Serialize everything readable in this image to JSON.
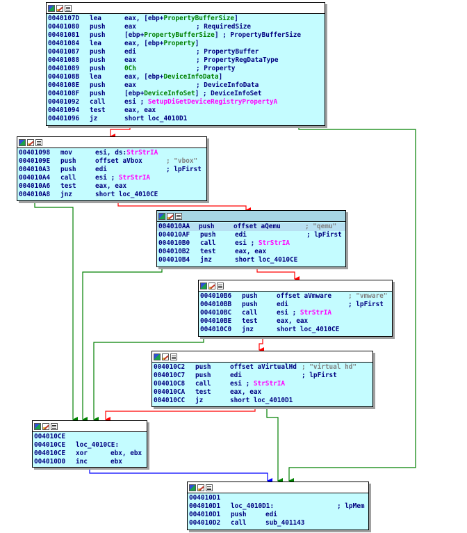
{
  "blocks": [
    {
      "id": "b1",
      "lines": [
        {
          "addr": "0040107D",
          "mn": "lea",
          "op": [
            {
              "t": "eax, [ebp+"
            },
            {
              "t": "PropertyBufferSize",
              "c": "nm"
            },
            {
              "t": "]"
            }
          ],
          "cm": ""
        },
        {
          "addr": "00401080",
          "mn": "push",
          "op": [
            {
              "t": "eax"
            }
          ],
          "cm": "; RequiredSize"
        },
        {
          "addr": "00401081",
          "mn": "push",
          "op": [
            {
              "t": "[ebp+"
            },
            {
              "t": "PropertyBufferSize",
              "c": "nm"
            },
            {
              "t": "] ; PropertyBufferSize"
            }
          ],
          "cm": ""
        },
        {
          "addr": "00401084",
          "mn": "lea",
          "op": [
            {
              "t": "eax, [ebp+"
            },
            {
              "t": "Property",
              "c": "nm"
            },
            {
              "t": "]"
            }
          ],
          "cm": ""
        },
        {
          "addr": "00401087",
          "mn": "push",
          "op": [
            {
              "t": "edi"
            }
          ],
          "cm": "; PropertyBuffer"
        },
        {
          "addr": "00401088",
          "mn": "push",
          "op": [
            {
              "t": "eax"
            }
          ],
          "cm": "; PropertyRegDataType"
        },
        {
          "addr": "00401089",
          "mn": "push",
          "op": [
            {
              "t": "0Ch",
              "c": "nm"
            }
          ],
          "cm": "; Property"
        },
        {
          "addr": "0040108B",
          "mn": "lea",
          "op": [
            {
              "t": "eax, [ebp+"
            },
            {
              "t": "DeviceInfoData",
              "c": "nm"
            },
            {
              "t": "]"
            }
          ],
          "cm": ""
        },
        {
          "addr": "0040108E",
          "mn": "push",
          "op": [
            {
              "t": "eax"
            }
          ],
          "cm": "; DeviceInfoData"
        },
        {
          "addr": "0040108F",
          "mn": "push",
          "op": [
            {
              "t": "[ebp+"
            },
            {
              "t": "DeviceInfoSet",
              "c": "nm"
            },
            {
              "t": "] ; DeviceInfoSet"
            }
          ],
          "cm": ""
        },
        {
          "addr": "00401092",
          "mn": "call",
          "op": [
            {
              "t": "esi ; "
            },
            {
              "t": "SetupDiGetDeviceRegistryPropertyA",
              "c": "fn"
            }
          ],
          "cm": ""
        },
        {
          "addr": "00401094",
          "mn": "test",
          "op": [
            {
              "t": "eax, eax"
            }
          ],
          "cm": ""
        },
        {
          "addr": "00401096",
          "mn": "jz",
          "op": [
            {
              "t": "short loc_4010D1"
            }
          ],
          "cm": ""
        }
      ]
    },
    {
      "id": "b2",
      "lines": [
        {
          "addr": "00401098",
          "mn": "mov",
          "op": [
            {
              "t": "esi, ds:"
            },
            {
              "t": "StrStrIA",
              "c": "fn"
            }
          ],
          "cm": ""
        },
        {
          "addr": "0040109E",
          "mn": "push",
          "op": [
            {
              "t": "offset aVbox"
            }
          ],
          "cm": "; \"vbox\"",
          "cmc": "gray"
        },
        {
          "addr": "004010A3",
          "mn": "push",
          "op": [
            {
              "t": "edi"
            }
          ],
          "cm": "; lpFirst"
        },
        {
          "addr": "004010A4",
          "mn": "call",
          "op": [
            {
              "t": "esi ; "
            },
            {
              "t": "StrStrIA",
              "c": "fn"
            }
          ],
          "cm": ""
        },
        {
          "addr": "004010A6",
          "mn": "test",
          "op": [
            {
              "t": "eax, eax"
            }
          ],
          "cm": ""
        },
        {
          "addr": "004010A8",
          "mn": "jnz",
          "op": [
            {
              "t": "short loc_4010CE"
            }
          ],
          "cm": ""
        }
      ]
    },
    {
      "id": "b3",
      "lines": [
        {
          "addr": "004010AA",
          "mn": "push",
          "op": [
            {
              "t": "offset aQemu"
            }
          ],
          "cm": "; \"qemu\"",
          "cmc": "gray",
          "hl": true
        },
        {
          "addr": "004010AF",
          "mn": "push",
          "op": [
            {
              "t": "edi"
            }
          ],
          "cm": "; lpFirst"
        },
        {
          "addr": "004010B0",
          "mn": "call",
          "op": [
            {
              "t": "esi ; "
            },
            {
              "t": "StrStrIA",
              "c": "fn"
            }
          ],
          "cm": ""
        },
        {
          "addr": "004010B2",
          "mn": "test",
          "op": [
            {
              "t": "eax, eax"
            }
          ],
          "cm": ""
        },
        {
          "addr": "004010B4",
          "mn": "jnz",
          "op": [
            {
              "t": "short loc_4010CE"
            }
          ],
          "cm": ""
        }
      ]
    },
    {
      "id": "b4",
      "lines": [
        {
          "addr": "004010B6",
          "mn": "push",
          "op": [
            {
              "t": "offset aVmware"
            }
          ],
          "cm": "; \"vmware\"",
          "cmc": "gray"
        },
        {
          "addr": "004010BB",
          "mn": "push",
          "op": [
            {
              "t": "edi"
            }
          ],
          "cm": "; lpFirst"
        },
        {
          "addr": "004010BC",
          "mn": "call",
          "op": [
            {
              "t": "esi ; "
            },
            {
              "t": "StrStrIA",
              "c": "fn"
            }
          ],
          "cm": ""
        },
        {
          "addr": "004010BE",
          "mn": "test",
          "op": [
            {
              "t": "eax, eax"
            }
          ],
          "cm": ""
        },
        {
          "addr": "004010C0",
          "mn": "jnz",
          "op": [
            {
              "t": "short loc_4010CE"
            }
          ],
          "cm": ""
        }
      ]
    },
    {
      "id": "b5",
      "lines": [
        {
          "addr": "004010C2",
          "mn": "push",
          "op": [
            {
              "t": "offset aVirtualHd"
            }
          ],
          "cm": "; \"virtual hd\"",
          "cmc": "gray"
        },
        {
          "addr": "004010C7",
          "mn": "push",
          "op": [
            {
              "t": "edi"
            }
          ],
          "cm": "; lpFirst"
        },
        {
          "addr": "004010C8",
          "mn": "call",
          "op": [
            {
              "t": "esi ; "
            },
            {
              "t": "StrStrIA",
              "c": "fn"
            }
          ],
          "cm": ""
        },
        {
          "addr": "004010CA",
          "mn": "test",
          "op": [
            {
              "t": "eax, eax"
            }
          ],
          "cm": ""
        },
        {
          "addr": "004010CC",
          "mn": "jz",
          "op": [
            {
              "t": "short loc_4010D1"
            }
          ],
          "cm": ""
        }
      ]
    },
    {
      "id": "b6",
      "lines": [
        {
          "addr": "004010CE",
          "mn": "",
          "op": [],
          "cm": ""
        },
        {
          "addr": "004010CE",
          "mn": "loc_4010CE:",
          "op": [],
          "cm": "",
          "label": true
        },
        {
          "addr": "004010CE",
          "mn": "xor",
          "op": [
            {
              "t": "ebx, ebx"
            }
          ],
          "cm": ""
        },
        {
          "addr": "004010D0",
          "mn": "inc",
          "op": [
            {
              "t": "ebx"
            }
          ],
          "cm": ""
        }
      ]
    },
    {
      "id": "b7",
      "lines": [
        {
          "addr": "004010D1",
          "mn": "",
          "op": [],
          "cm": ""
        },
        {
          "addr": "004010D1",
          "mn": "loc_4010D1:",
          "op": [],
          "cm": "; lpMem",
          "label": true
        },
        {
          "addr": "004010D1",
          "mn": "push",
          "op": [
            {
              "t": "edi"
            }
          ],
          "cm": ""
        },
        {
          "addr": "004010D2",
          "mn": "call",
          "op": [
            {
              "t": "sub_401143"
            }
          ],
          "cm": ""
        }
      ]
    }
  ],
  "colors": {
    "block_bg": "#c4fcff",
    "text": "#000080",
    "function_name": "#ff00ff",
    "local_name": "#008000",
    "comment_string": "#808080",
    "edge_true": "#008000",
    "edge_false": "#ff0000",
    "edge_unconditional": "#0000ff"
  }
}
